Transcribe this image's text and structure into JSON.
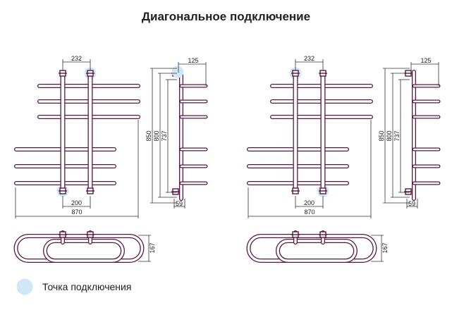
{
  "title": "Диагональное подключение",
  "colors": {
    "pipe_outline": "#5a1740",
    "pipe_fill": "#ffffff",
    "connection_point": "#cfe7f7",
    "dimension_line": "#333333"
  },
  "diagrams": [
    {
      "front": {
        "top_width": "232",
        "bottom_width": "200",
        "total_width": "870"
      },
      "side": {
        "top_width": "125",
        "bottom_width": "59",
        "heights": [
          "850",
          "800",
          "737"
        ]
      },
      "plan": {
        "depth": "167"
      },
      "connection_points": [
        "top-right",
        "bottom-left"
      ]
    },
    {
      "front": {
        "top_width": "232",
        "bottom_width": "200",
        "total_width": "870"
      },
      "side": {
        "top_width": "125",
        "bottom_width": "59",
        "heights": [
          "850",
          "800",
          "737"
        ]
      },
      "plan": {
        "depth": "167"
      },
      "connection_points": [
        "top-left",
        "bottom-right"
      ]
    }
  ],
  "legend": {
    "label": "Точка подключения",
    "icon": "connection-point-circle"
  }
}
